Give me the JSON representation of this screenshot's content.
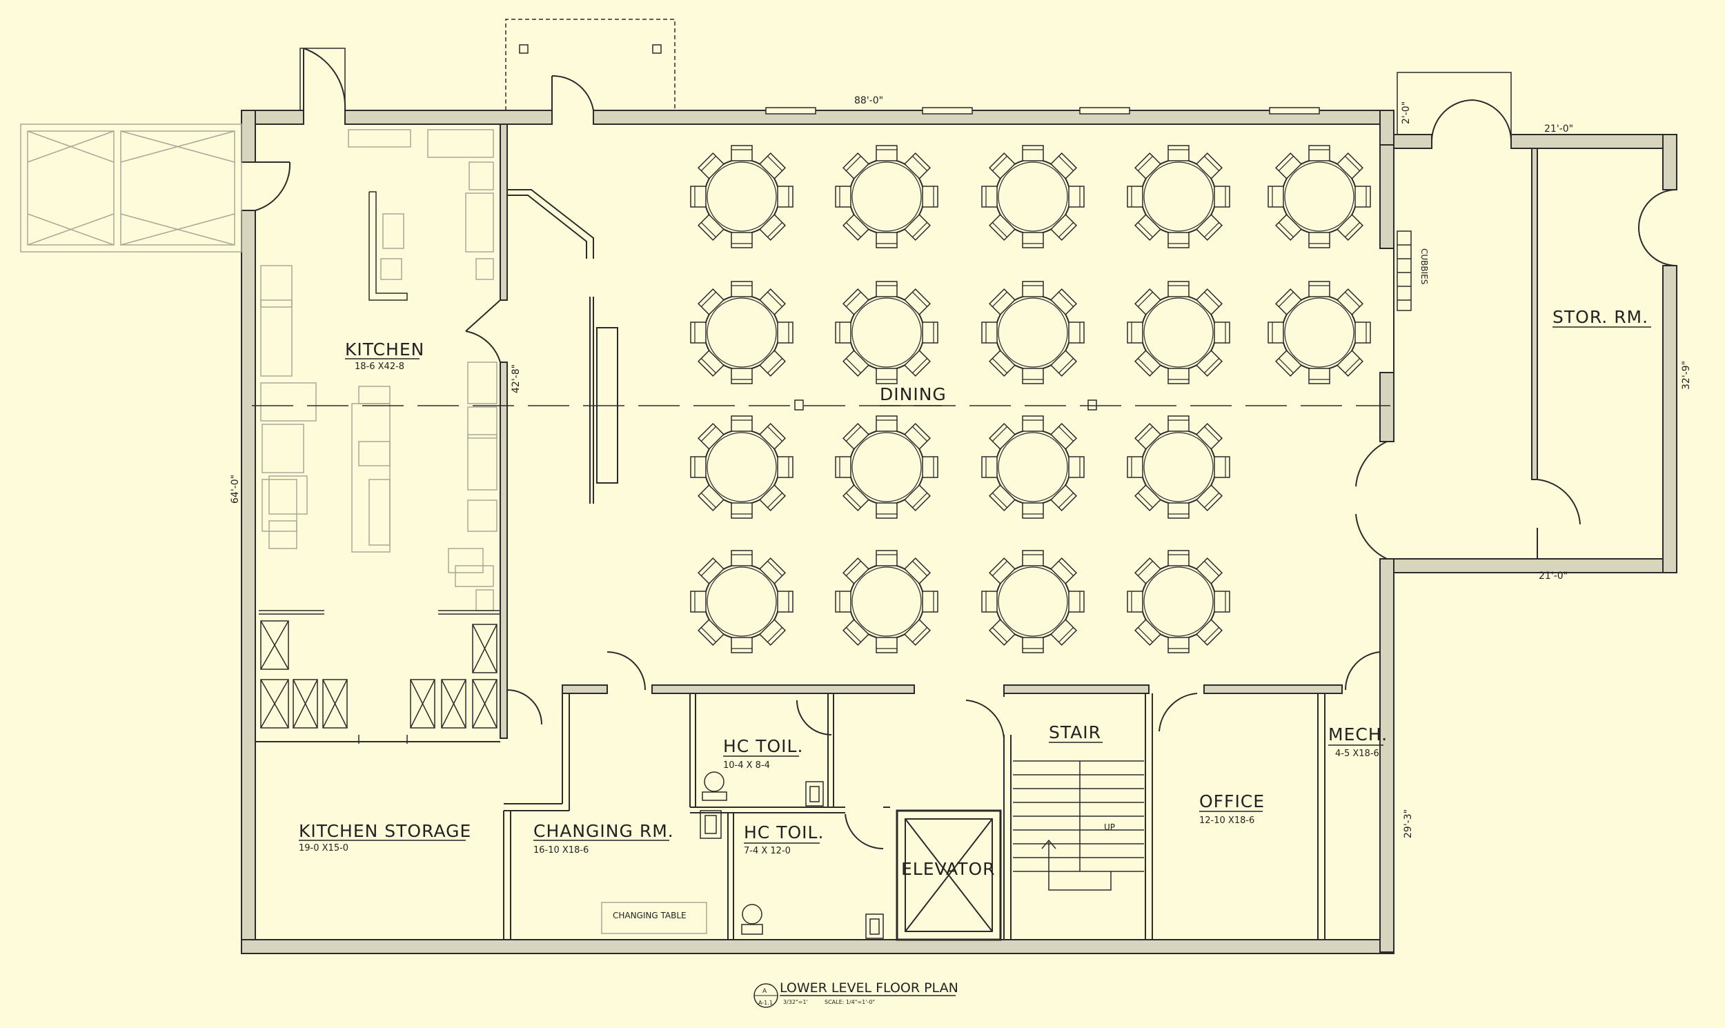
{
  "colors": {
    "background": "#fdfbd9",
    "wall_fill": "#d8d5bf",
    "line": "#2a2a2a",
    "faint": "#a8a898"
  },
  "rooms": {
    "kitchen": {
      "name": "KITCHEN",
      "size": "18-6 X42-8"
    },
    "dining": {
      "name": "DINING"
    },
    "stor": {
      "name": "STOR. RM."
    },
    "kitchen_storage": {
      "name": "KITCHEN STORAGE",
      "size": "19-0 X15-0"
    },
    "changing": {
      "name": "CHANGING RM.",
      "size": "16-10 X18-6"
    },
    "hc1": {
      "name": "HC TOIL.",
      "size": "10-4 X 8-4"
    },
    "hc2": {
      "name": "HC TOIL.",
      "size": "7-4 X 12-0"
    },
    "elevator": {
      "name": "ELEVATOR"
    },
    "stair": {
      "name": "STAIR",
      "up": "UP"
    },
    "office": {
      "name": "OFFICE",
      "size": "12-10 X18-6"
    },
    "mech": {
      "name": "MECH.",
      "size": "4-5 X18-6"
    }
  },
  "labels": {
    "cubbies": "CUBBIES",
    "changing_table": "CHANGING TABLE"
  },
  "dimensions": {
    "top": "88'-0\"",
    "left": "64'-0\"",
    "kitchen_wall": "42'-8\"",
    "stor_top": "21'-0\"",
    "stor_bottom": "21'-0\"",
    "stor_right": "32'-9\"",
    "small_top": "2'-0\"",
    "right_lower": "29'-3\""
  },
  "title_block": {
    "title": "LOWER LEVEL FLOOR PLAN",
    "sub_left": "3/32\"=1'",
    "sub_right": "SCALE: 1/4\"=1'-0\"",
    "bubble_top": "A",
    "bubble_bottom": "A-1.1"
  },
  "tables": {
    "rows": 4,
    "full_row_count": 5,
    "partial_row_count": 4,
    "chairs_per_table": 8
  }
}
